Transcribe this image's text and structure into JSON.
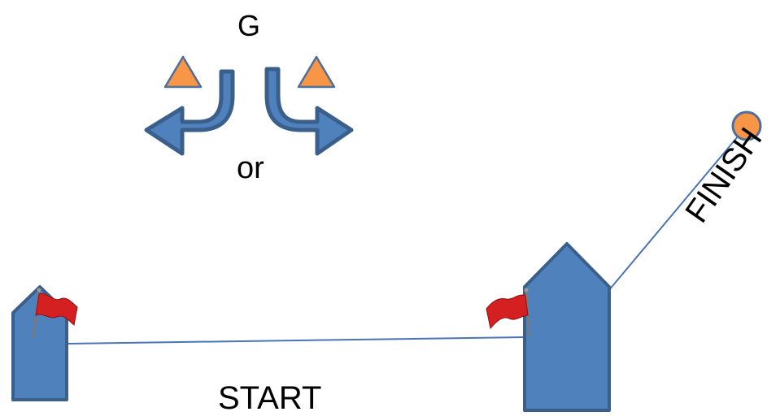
{
  "labels": {
    "mark": "G",
    "or": "or",
    "start": "START",
    "finish": "FINISH"
  },
  "colors": {
    "boat_fill": "#4f81bd",
    "boat_stroke": "#3a5f8a",
    "mark_fill": "#f79646",
    "mark_stroke": "#4f6e99",
    "line": "#4a74b4",
    "flag": "#d42020",
    "background": "#ffffff"
  },
  "icons": {
    "turn_left": "u-turn-left-arrow-icon",
    "turn_right": "u-turn-right-arrow-icon",
    "flag": "red-flag-icon",
    "mark": "orange-triangle-mark-icon",
    "finish_mark": "orange-circle-buoy-icon"
  }
}
